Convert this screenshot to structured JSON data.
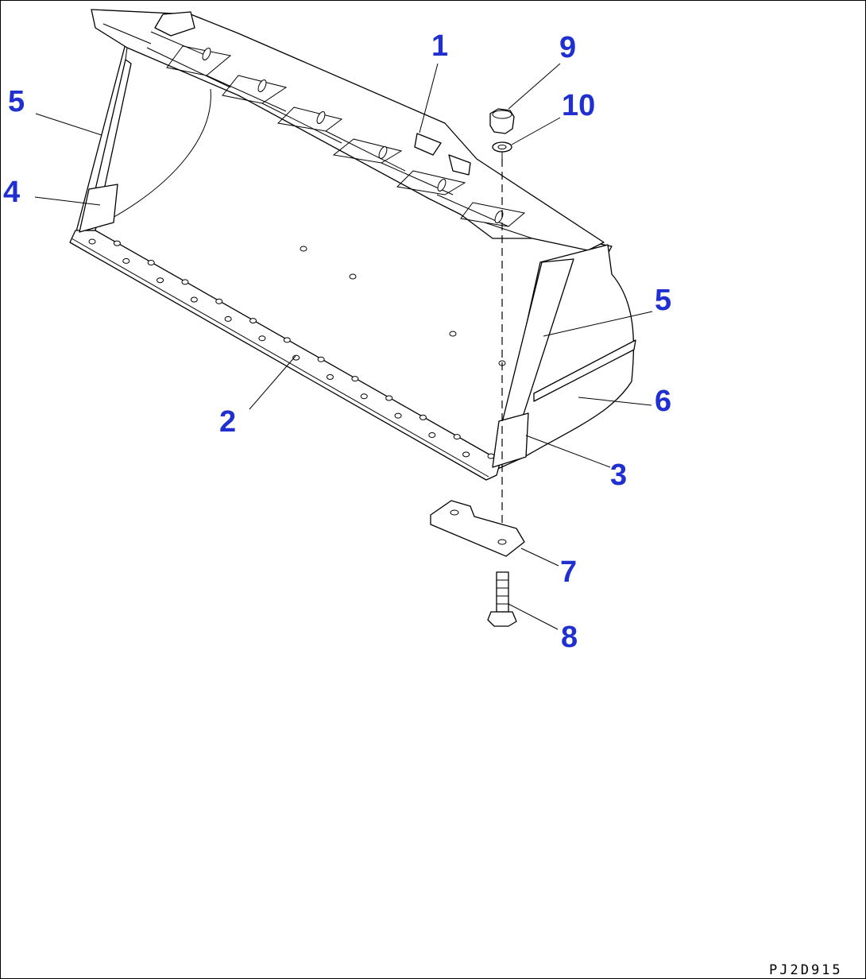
{
  "diagram": {
    "callouts": [
      {
        "id": "c1",
        "text": "1"
      },
      {
        "id": "c2",
        "text": "2"
      },
      {
        "id": "c3",
        "text": "3"
      },
      {
        "id": "c4",
        "text": "4"
      },
      {
        "id": "c5a",
        "text": "5"
      },
      {
        "id": "c5b",
        "text": "5"
      },
      {
        "id": "c6",
        "text": "6"
      },
      {
        "id": "c7",
        "text": "7"
      },
      {
        "id": "c8",
        "text": "8"
      },
      {
        "id": "c9",
        "text": "9"
      },
      {
        "id": "c10",
        "text": "10"
      }
    ],
    "drawing_code": "PJ2D915",
    "callout_color": "#1f2fd0",
    "line_color": "#000000"
  }
}
